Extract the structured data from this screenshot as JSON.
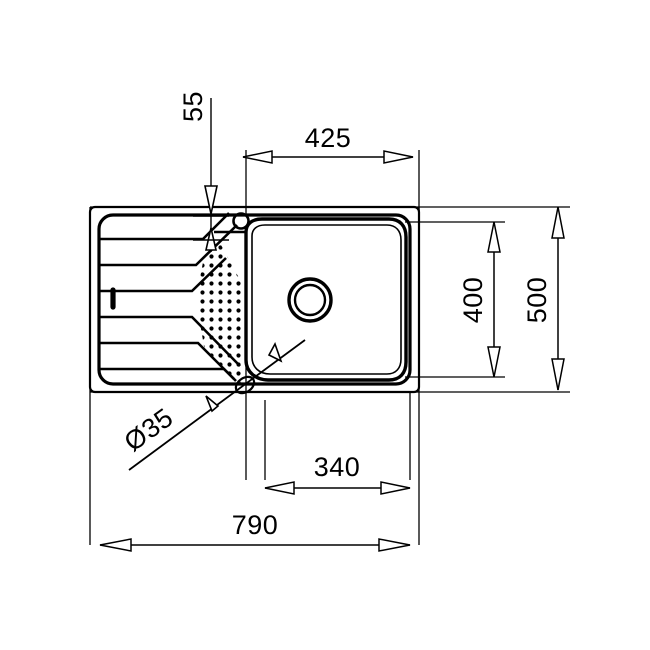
{
  "drawing": {
    "type": "technical-dimension-drawing",
    "subject": "kitchen-sink-with-drainboard",
    "units": "mm",
    "view": "top-plan",
    "line_color": "#000000",
    "background_color": "#ffffff"
  },
  "dimensions": {
    "tap_hole_offset": "55",
    "bowl_width_from_left_edge": "425",
    "bowl_depth": "400",
    "overall_depth": "500",
    "drain_diameter": "Ø35",
    "bowl_inner_width": "340",
    "overall_width": "790"
  },
  "labels": [
    {
      "name": "tap-hole-offset",
      "value": "55",
      "orientation": "vertical"
    },
    {
      "name": "bowl-offset-width",
      "value": "425",
      "orientation": "horizontal"
    },
    {
      "name": "bowl-depth",
      "value": "400",
      "orientation": "vertical"
    },
    {
      "name": "overall-depth",
      "value": "500",
      "orientation": "vertical"
    },
    {
      "name": "drain-diameter",
      "value": "Ø35",
      "orientation": "diagonal"
    },
    {
      "name": "bowl-width",
      "value": "340",
      "orientation": "horizontal"
    },
    {
      "name": "overall-width",
      "value": "790",
      "orientation": "horizontal"
    }
  ],
  "features": {
    "drainboard_grooves": 6,
    "perforation_zone": "triangular-dot-grid",
    "tap_hole": "single-circle",
    "drain_outlet": "double-ring-circle",
    "overflow_slot": "vertical-oval"
  }
}
